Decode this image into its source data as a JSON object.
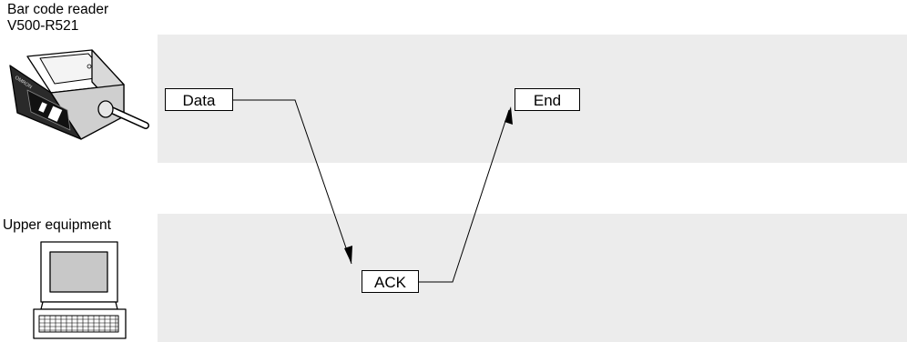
{
  "devices": {
    "reader": {
      "line1": "Bar code reader",
      "line2": "V500-R521",
      "brand": "OMRON",
      "icon": "barcode-reader-icon"
    },
    "host": {
      "label": "Upper equipment",
      "icon": "computer-terminal-icon"
    }
  },
  "messages": {
    "data": "Data",
    "ack": "ACK",
    "end": "End"
  },
  "colors": {
    "lane": "#ececec",
    "line": "#000000"
  }
}
